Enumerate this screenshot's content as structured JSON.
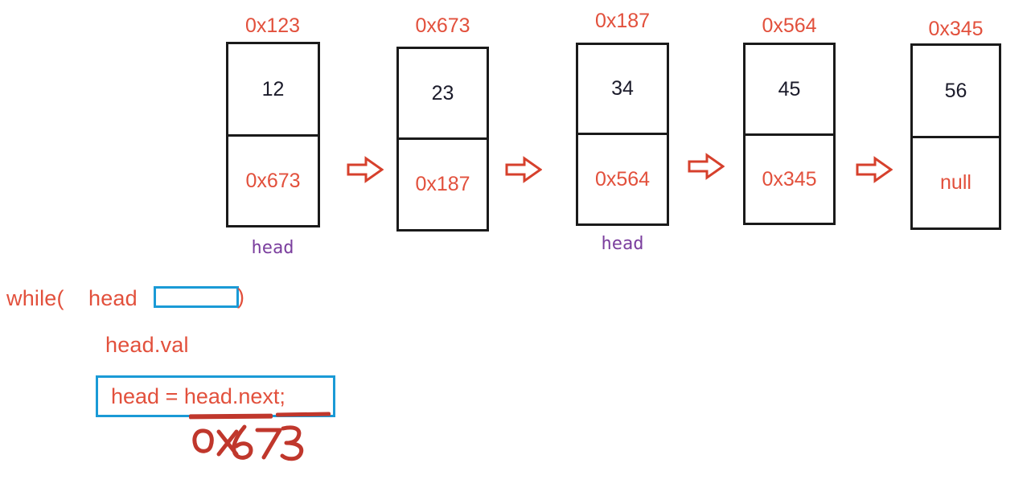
{
  "colors": {
    "red": "#e2503c",
    "dark_red": "#c0372c",
    "blue": "#1a9ad6",
    "purple": "#7b3f9e",
    "black": "#1a1a1a",
    "background": "#ffffff"
  },
  "diagram": {
    "type": "singly-linked-list",
    "arrow_glyph": "hollow-right-arrow",
    "nodes": [
      {
        "address": "0x123",
        "value": "12",
        "next": "0x673",
        "marker": "head"
      },
      {
        "address": "0x673",
        "value": "23",
        "next": "0x187",
        "marker": ""
      },
      {
        "address": "0x187",
        "value": "34",
        "next": "0x564",
        "marker": "head"
      },
      {
        "address": "0x564",
        "value": "45",
        "next": "0x345",
        "marker": ""
      },
      {
        "address": "0x345",
        "value": "56",
        "next": "null",
        "marker": ""
      }
    ]
  },
  "code": {
    "while_keyword": "while(",
    "while_condition_variable": "head",
    "while_blank_value": "",
    "while_close_paren": ")",
    "body_statement": "head.val",
    "boxed_statement": "head = head.next;",
    "handwritten_annotation": "0x673"
  }
}
